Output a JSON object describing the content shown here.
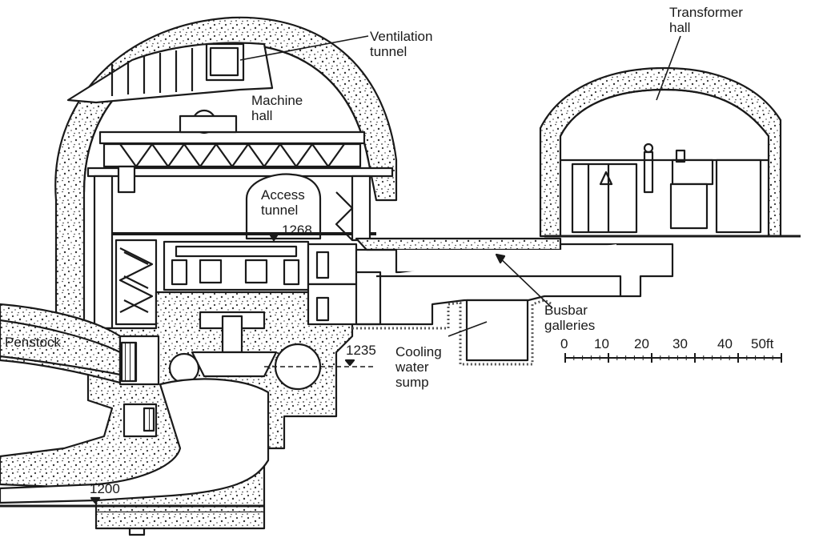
{
  "labels": {
    "ventilation_tunnel": [
      "Ventilation",
      "tunnel"
    ],
    "machine_hall": [
      "Machine",
      "hall"
    ],
    "access_tunnel": [
      "Access",
      "tunnel"
    ],
    "transformer_hall": [
      "Transformer",
      "hall"
    ],
    "penstock": "Penstock",
    "busbar_galleries": [
      "Busbar",
      "galleries"
    ],
    "cooling_water_sump": [
      "Cooling",
      "water",
      "sump"
    ]
  },
  "elevations": {
    "access_floor": "1268",
    "turbine_axis": "1235",
    "draft_tube_floor": "1200"
  },
  "scale_bar": {
    "ticks": [
      "0",
      "10",
      "20",
      "30",
      "40",
      "50"
    ],
    "unit": "ft",
    "values": [
      0,
      10,
      20,
      30,
      40,
      50
    ]
  },
  "colors": {
    "ink": "#1a1a1a",
    "paper": "#ffffff",
    "rock": "#555555"
  }
}
